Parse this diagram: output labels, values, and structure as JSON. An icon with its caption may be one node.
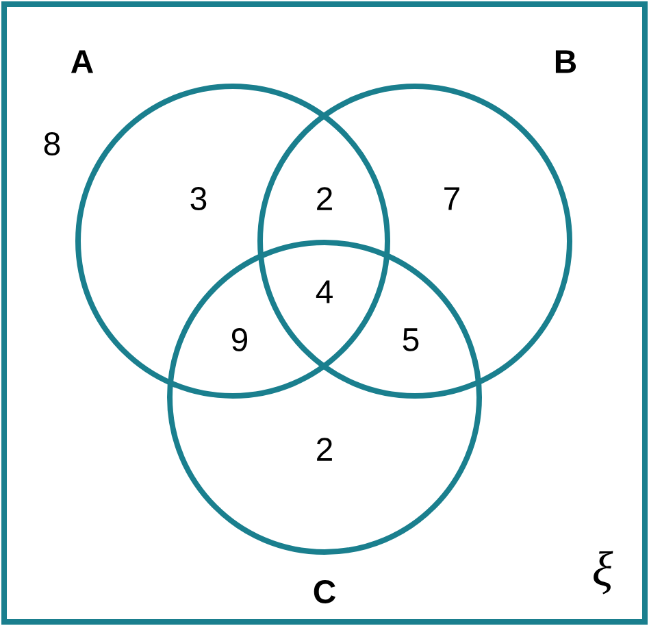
{
  "diagram": {
    "nodes": [
      {
        "text": [
          "ξ"
        ]
      },
      {
        "text": [
          "A"
        ],
        "in": 0
      },
      {
        "text": [
          "B"
        ],
        "in": 0
      },
      {
        "text": [
          "C"
        ],
        "in": 0
      }
    ],
    "labels": [
      "8",
      "3",
      "2",
      "7",
      "4",
      "9",
      "5",
      "2"
    ]
  }
}
